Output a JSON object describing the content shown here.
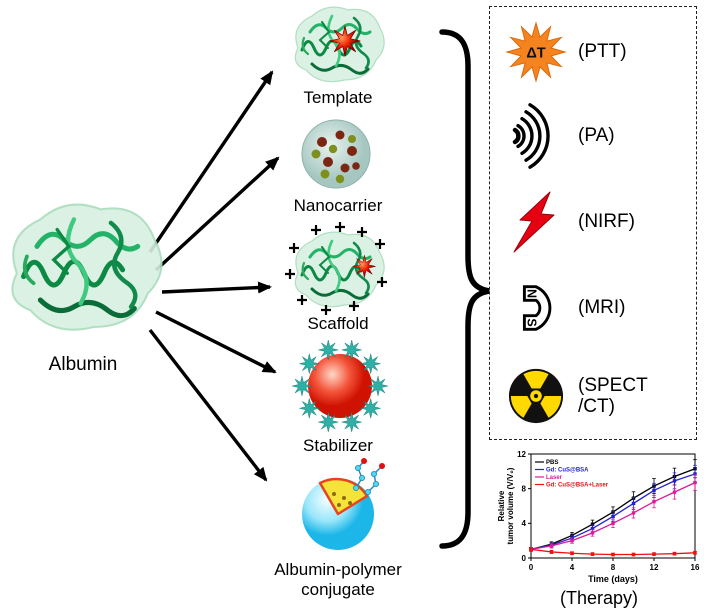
{
  "albumin": {
    "label": "Albumin"
  },
  "roles": [
    {
      "label": "Template",
      "icon": "protein-with-photothermal-star"
    },
    {
      "label": "Nanocarrier",
      "icon": "sphere-with-drug-dots"
    },
    {
      "label": "Scaffold",
      "icon": "protein-with-plus-charges-and-star"
    },
    {
      "label": "Stabilizer",
      "icon": "red-nanoparticle-with-protein-corona"
    },
    {
      "label": "Albumin-polymer\nconjugate",
      "icon": "blue-sphere-with-yellow-wedge-and-polymer-chains"
    }
  ],
  "modalities": [
    {
      "label": "(PTT)",
      "icon": "heat-starburst-icon",
      "symbol": "ΔT",
      "color": "#f5831f"
    },
    {
      "label": "(PA)",
      "icon": "acoustic-waves-icon",
      "color": "#000000"
    },
    {
      "label": "(NIRF)",
      "icon": "lightning-bolt-icon",
      "color": "#e60012"
    },
    {
      "label": "(MRI)",
      "icon": "horseshoe-magnet-icon",
      "pole_top": "N",
      "pole_bottom": "S"
    },
    {
      "label": "(SPECT\n/CT)",
      "icon": "radiation-trefoil-icon",
      "color": "#ffd900"
    }
  ],
  "chart_data": {
    "type": "line",
    "title": "",
    "xlabel": "Time (days)",
    "ylabel": "Relative tumor volume (V/V₀)",
    "ylabel_lines": [
      "Relative",
      "tumor volume (V/V₀)"
    ],
    "xlim": [
      0,
      16
    ],
    "ylim": [
      0,
      12
    ],
    "xticks": [
      0,
      4,
      8,
      12,
      16
    ],
    "yticks": [
      0,
      4,
      8,
      12
    ],
    "x": [
      0,
      2,
      4,
      6,
      8,
      10,
      12,
      14,
      16
    ],
    "series": [
      {
        "name": "PBS",
        "color": "#000000",
        "values": [
          1.0,
          1.6,
          2.6,
          3.9,
          5.3,
          6.9,
          8.3,
          9.4,
          10.3
        ]
      },
      {
        "name": "Gd: CuS@BSA",
        "color": "#2222cc",
        "values": [
          1.0,
          1.5,
          2.3,
          3.4,
          4.8,
          6.3,
          7.8,
          8.9,
          9.7
        ]
      },
      {
        "name": "Laser",
        "color": "#e0189a",
        "values": [
          1.0,
          1.4,
          2.0,
          2.9,
          4.0,
          5.2,
          6.5,
          7.6,
          8.7
        ]
      },
      {
        "name": "Gd: CuS@BSA+Laser",
        "color": "#ee1111",
        "values": [
          1.0,
          0.7,
          0.55,
          0.45,
          0.4,
          0.4,
          0.45,
          0.5,
          0.6
        ]
      }
    ],
    "error_fraction": 0.09,
    "legend_position": "top-left",
    "grid": false,
    "caption": "(Therapy)"
  }
}
